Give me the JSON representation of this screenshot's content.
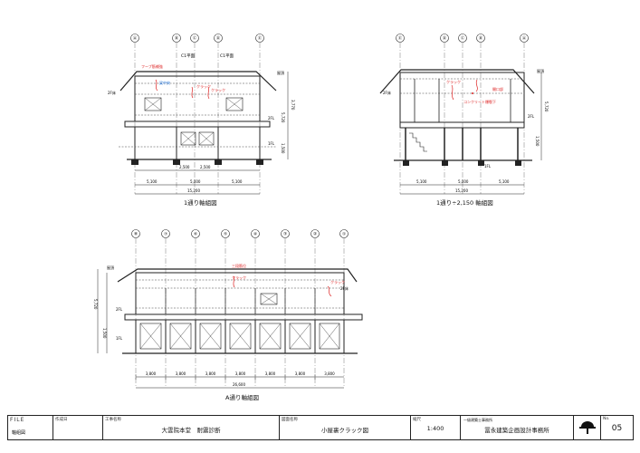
{
  "views": {
    "top_left": {
      "grid_labels": [
        "Ⓐ",
        "Ⓑ",
        "Ⓒ",
        "Ⓓ",
        "Ⓔ"
      ],
      "level_labels": [
        "屋頂",
        "2F床",
        "2FL",
        "1FL"
      ],
      "section_marks": [
        "C1平面",
        "C1平面"
      ],
      "dims_bottom_1": [
        "2,500",
        "2,500"
      ],
      "dims_bottom_2": [
        "5,100",
        "5,000",
        "5,100"
      ],
      "dims_total": "15,200",
      "dims_side": [
        "3,770",
        "5,720",
        "1,500"
      ],
      "red_notes": [
        "フープ筋補強",
        "クラック",
        "クラック"
      ],
      "blue_note": "梁中央",
      "caption": "1通り軸組図"
    },
    "top_right": {
      "grid_labels": [
        "Ⓔ",
        "Ⓓ",
        "Ⓒ",
        "Ⓑ",
        "Ⓐ"
      ],
      "level_labels": [
        "屋頂",
        "2F床",
        "2FL",
        "1FL"
      ],
      "dims_bottom": [
        "5,100",
        "5,000",
        "5,100"
      ],
      "dims_total": "15,200",
      "dims_side": [
        "5,720",
        "1,500"
      ],
      "red_notes": [
        "クラック",
        "開口部",
        "コンクリート爆裂下"
      ],
      "caption": "1通り÷2,150 軸組図"
    },
    "bottom": {
      "grid_labels": [
        "⑧",
        "⑦",
        "⑥",
        "⑤",
        "④",
        "③",
        "②",
        "①"
      ],
      "level_labels": [
        "屋頂",
        "2F床",
        "2FL",
        "1FL"
      ],
      "red_notes": [
        "三段筋位",
        "クラック",
        "クラック"
      ],
      "dims_bays": [
        "3,800",
        "3,800",
        "3,800",
        "3,800",
        "3,800",
        "3,800",
        "3,800"
      ],
      "dims_total": "26,600",
      "dims_side": [
        "5,720",
        "1,500"
      ],
      "caption": "A通り軸組図"
    }
  },
  "title_block": {
    "file_label": "FILE",
    "file_value": "軸組図",
    "date_label": "作成日",
    "project_label": "工事名称",
    "project_value": "大雲院本堂　耐震診断",
    "drawing_label": "図面名称",
    "drawing_value": "小屋裏クラック図",
    "scale_label": "縮尺",
    "scale_value": "1:400",
    "office_small": "一級建築士事務所",
    "office_name": "冨永建築企画設計事務所",
    "no_label": "No.",
    "no_value": "05"
  }
}
